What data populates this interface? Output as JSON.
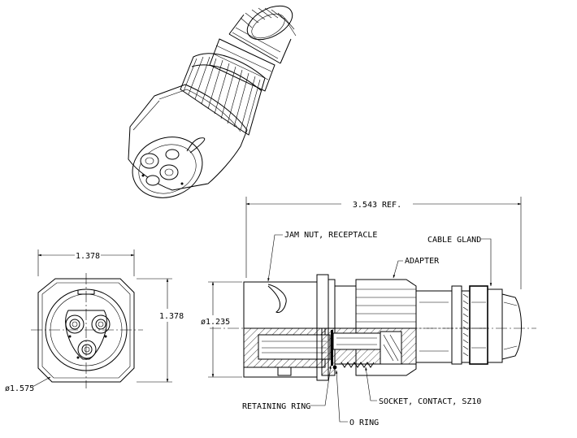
{
  "dimensions": {
    "overall_length": "3.543 REF.",
    "front_width": "1.378",
    "front_height": "1.378",
    "body_diameter": "ø1.235",
    "flange_diameter": "ø1.575"
  },
  "callouts": {
    "jam_nut": "JAM NUT, RECEPTACLE",
    "cable_gland": "CABLE GLAND",
    "adapter": "ADAPTER",
    "retaining_ring": "RETAINING RING",
    "socket_contact": "SOCKET, CONTACT, SZ10",
    "o_ring": "O RING"
  }
}
